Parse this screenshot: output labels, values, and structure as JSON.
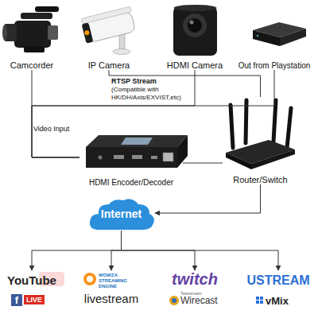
{
  "diagram": {
    "nodes": [
      {
        "text": [
          "Camcorder"
        ]
      },
      {
        "text": [
          "IP Camera"
        ]
      },
      {
        "text": [
          "HDMI Camera"
        ]
      },
      {
        "text": [
          "Out from Playstation"
        ]
      },
      {
        "text": [
          "HDMI Encoder/Decoder"
        ]
      },
      {
        "text": [
          "Router/Switch"
        ]
      },
      {
        "text": [
          "Internet"
        ]
      },
      {
        "text": [
          "YouTube",
          "f",
          "LIVE"
        ]
      },
      {
        "text": [
          "WOWZA STREAMING ENGINE",
          "livestream"
        ]
      },
      {
        "text": [
          "twitch",
          "Telestream",
          "Wirecast"
        ]
      },
      {
        "text": [
          "USTREAM",
          "vMix"
        ]
      }
    ],
    "edges": [
      {
        "from": 0,
        "to": 4,
        "arrow": "none"
      },
      {
        "from": 1,
        "to": 5,
        "label": "RTSP Stream",
        "arrow": "none"
      },
      {
        "from": 2,
        "to": 4,
        "arrow": "none"
      },
      {
        "from": 3,
        "to": 4,
        "arrow": "none"
      },
      {
        "from": 4,
        "to": 5,
        "arrow": "none"
      },
      {
        "from": 5,
        "to": 6,
        "arrow": "to"
      },
      {
        "from": 6,
        "to": 7,
        "arrow": "to"
      },
      {
        "from": 6,
        "to": 8,
        "arrow": "to"
      },
      {
        "from": 6,
        "to": 9,
        "arrow": "to"
      },
      {
        "from": 6,
        "to": 10,
        "arrow": "to"
      }
    ],
    "labels": [
      "(Compatible with HK/DH/Axis/EXVIST,etc)",
      "Video Input"
    ]
  }
}
